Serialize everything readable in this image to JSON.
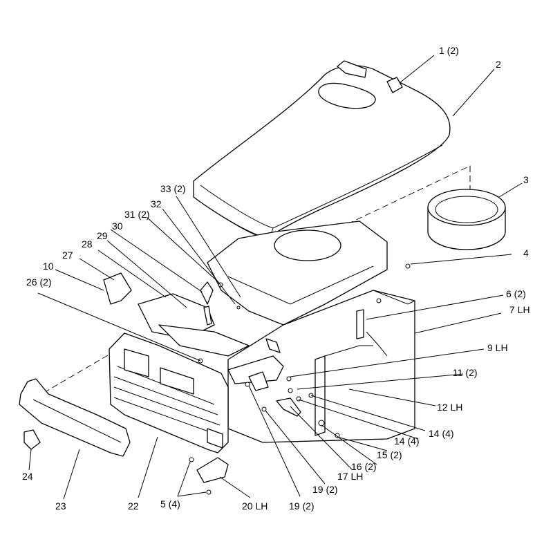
{
  "labels": {
    "l1": "1 (2)",
    "l2": "2",
    "l3": "3",
    "l4": "4",
    "l5": "5 (4)",
    "l6": "6 (2)",
    "l7": "7 LH",
    "l9": "9 LH",
    "l10": "10",
    "l11": "11 (2)",
    "l12": "12 LH",
    "l14a": "14 (4)",
    "l14b": "14 (4)",
    "l15": "15 (2)",
    "l16": "16 (2)",
    "l17": "17 LH",
    "l19a": "19 (2)",
    "l19b": "19 (2)",
    "l20": "20 LH",
    "l22": "22",
    "l23": "23",
    "l24": "24",
    "l26": "26 (2)",
    "l27": "27",
    "l28": "28",
    "l29": "29",
    "l30": "30",
    "l31": "31 (2)",
    "l32": "32",
    "l33": "33 (2)"
  }
}
